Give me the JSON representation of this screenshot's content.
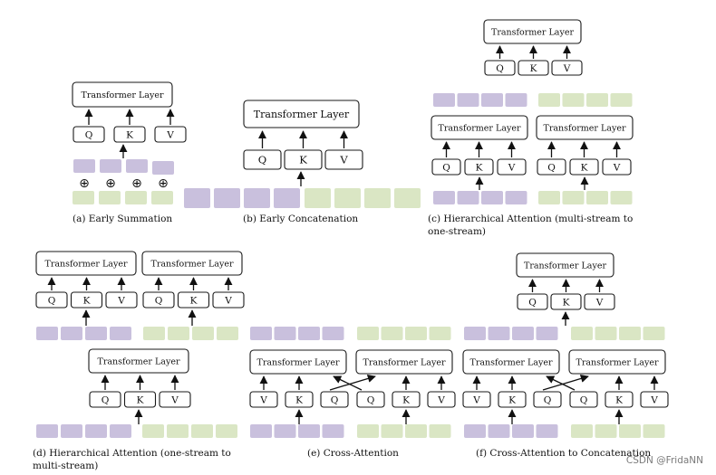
{
  "labels": {
    "transformer_layer": "Transformer Layer",
    "q": "Q",
    "k": "K",
    "v": "V",
    "plus": "⊕"
  },
  "colors": {
    "stream_a": "#c9c0dd",
    "stream_b": "#dae6c4"
  },
  "captions": {
    "a": "(a)  Early Summation",
    "b": "(b)  Early Concatenation",
    "c1": "(c)  Hierarchical  Attention  (multi-stream  to",
    "c2": "one-stream)",
    "d1": "(d)  Hierarchical  Attention  (one-stream  to",
    "d2": "multi-stream)",
    "e": "(e)  Cross-Attention",
    "f": "(f)  Cross-Attention to Concatenation"
  },
  "watermark": "CSDN @FridaNN"
}
